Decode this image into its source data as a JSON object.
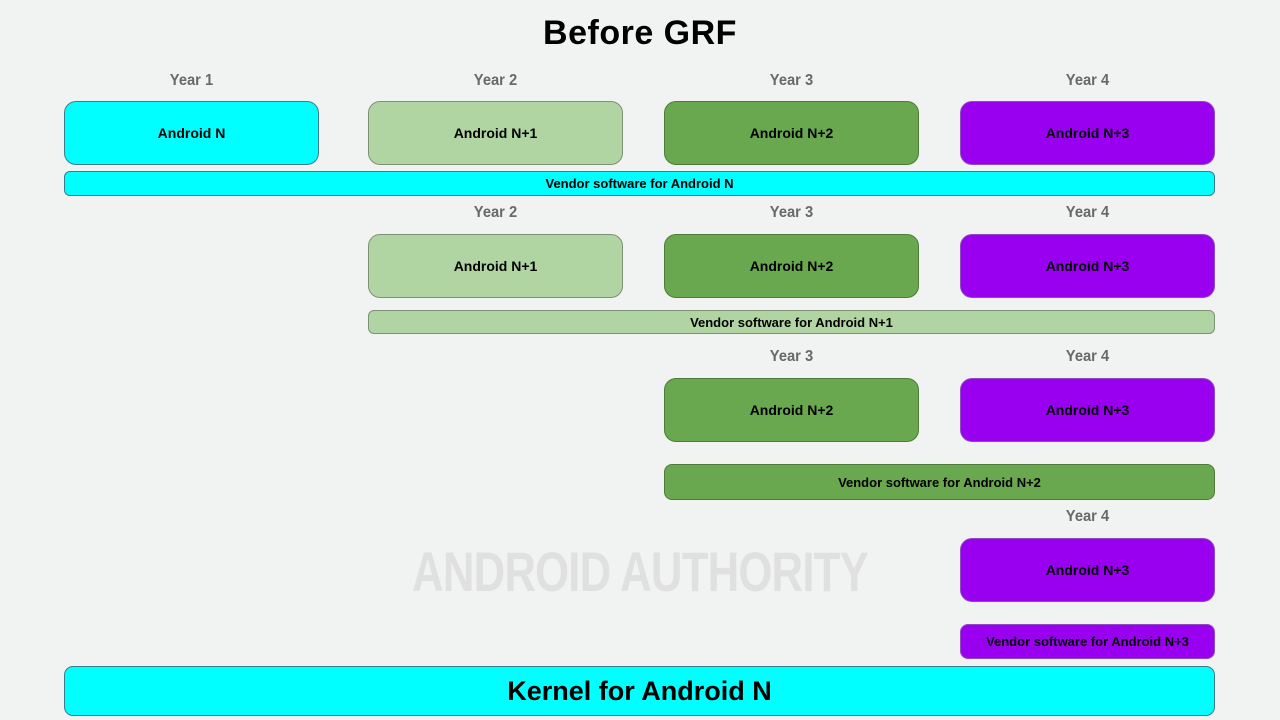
{
  "title": "Before GRF",
  "watermark": "ANDROID AUTHORITY",
  "kernel": "Kernel for Android N",
  "colors": {
    "background": "#f1f2f2",
    "android_n": "#00ffff",
    "android_n1": "#b0d5a3",
    "android_n2": "#6aa84f",
    "android_n3": "#9a00f0",
    "year_label": "#696969",
    "watermark_text": "#e0e0e0",
    "box_text": "#000000"
  },
  "rows": [
    {
      "years": [
        "Year 1",
        "Year 2",
        "Year 3",
        "Year 4"
      ],
      "boxes": [
        "Android N",
        "Android N+1",
        "Android N+2",
        "Android N+3"
      ],
      "vendor": "Vendor software for Android N"
    },
    {
      "years": [
        "Year 2",
        "Year 3",
        "Year 4"
      ],
      "boxes": [
        "Android N+1",
        "Android N+2",
        "Android N+3"
      ],
      "vendor": "Vendor software for Android N+1"
    },
    {
      "years": [
        "Year 3",
        "Year 4"
      ],
      "boxes": [
        "Android N+2",
        "Android N+3"
      ],
      "vendor": "Vendor software for Android N+2"
    },
    {
      "years": [
        "Year 4"
      ],
      "boxes": [
        "Android N+3"
      ],
      "vendor": "Vendor software for Android N+3"
    }
  ]
}
